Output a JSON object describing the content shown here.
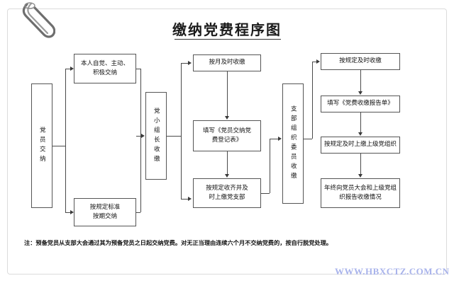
{
  "document": {
    "title": "缴纳党费程序图",
    "watermark": "WWW.HBXCTZ.COM.CN",
    "footnote": "注：预备党员从支部大会通过其为预备党员之日起交纳党费。对无正当理由连续六个月不交纳党费的，按自行脱党处理。"
  },
  "chart_data": {
    "type": "diagram",
    "title": "缴纳党费程序图",
    "nodes": [
      {
        "id": "n1",
        "label": "党员交纳",
        "orientation": "vertical",
        "column": 1
      },
      {
        "id": "n2",
        "label": "本人自觉、主动、积极交纳",
        "orientation": "horizontal",
        "column": 2
      },
      {
        "id": "n3",
        "label": "按规定标准按期交纳",
        "orientation": "horizontal",
        "column": 2
      },
      {
        "id": "n4",
        "label": "党小组长收缴",
        "orientation": "vertical",
        "column": 3
      },
      {
        "id": "n5",
        "label": "按月及时收缴",
        "orientation": "horizontal",
        "column": 4
      },
      {
        "id": "n6",
        "label": "填写《党员交纳党费登记表》",
        "orientation": "horizontal",
        "column": 4
      },
      {
        "id": "n7",
        "label": "按规定收齐并及时上缴党支部",
        "orientation": "horizontal",
        "column": 4
      },
      {
        "id": "n8",
        "label": "支部组织委员收缴",
        "orientation": "vertical",
        "column": 5
      },
      {
        "id": "n9",
        "label": "按规定及时收缴",
        "orientation": "horizontal",
        "column": 6
      },
      {
        "id": "n10",
        "label": "填写《党费收缴报告单》",
        "orientation": "horizontal",
        "column": 6
      },
      {
        "id": "n11",
        "label": "按规定及时上缴上级党组织",
        "orientation": "horizontal",
        "column": 6
      },
      {
        "id": "n12",
        "label": "年终向党员大会和上级党组织报告收缴情况",
        "orientation": "horizontal",
        "column": 6
      }
    ],
    "edges": [
      {
        "from": "n1",
        "to": "n2"
      },
      {
        "from": "n1",
        "to": "n3"
      },
      {
        "from": "n2",
        "to": "n4"
      },
      {
        "from": "n3",
        "to": "n4"
      },
      {
        "from": "n4",
        "to": "n5"
      },
      {
        "from": "n4",
        "to": "n7"
      },
      {
        "from": "n5",
        "to": "n6"
      },
      {
        "from": "n6",
        "to": "n7"
      },
      {
        "from": "n7",
        "to": "n8"
      },
      {
        "from": "n8",
        "to": "n9"
      },
      {
        "from": "n9",
        "to": "n10"
      },
      {
        "from": "n10",
        "to": "n11"
      },
      {
        "from": "n11",
        "to": "n12"
      }
    ],
    "node_lines": {
      "n2": [
        "本人自觉、主动、",
        "积极交纳"
      ],
      "n3": [
        "按规定标准",
        "按期交纳"
      ],
      "n6": [
        "填写《党员交纳党",
        "费登记表》"
      ],
      "n7": [
        "按规定收齐并及",
        "时上缴党支部"
      ],
      "n12": [
        "年终向党员大会和上级党组",
        "织报告收缴情况"
      ]
    },
    "colors": {
      "node_border": "#555555",
      "connector": "#4a4a4a",
      "text": "#111111",
      "watermark": "#9aa6e8",
      "background": "#ffffff"
    }
  }
}
